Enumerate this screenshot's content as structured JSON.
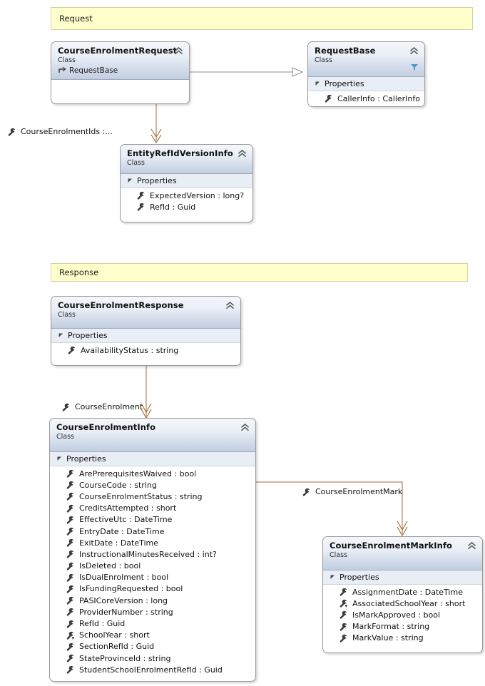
{
  "diagram": {
    "type": "uml-class-diagram",
    "accent_connector_color": "#a5682f",
    "inheritance_connector_color": "#898989",
    "comment_fill": "#ffffcc",
    "comment_border": "#d4d0a0",
    "header_gradient_top": "#f4f7fb",
    "header_gradient_bottom": "#c2cee1",
    "section_band_fill": "#e9eef6",
    "funnel_icon_color": "#4e9bc8"
  },
  "bands": [
    {
      "name": "request-band",
      "label": "Request"
    },
    {
      "name": "response-band",
      "label": "Response"
    }
  ],
  "classes": {
    "course_enrolment_request": {
      "title": "CourseEnrolmentRequest",
      "stereotype": "Class",
      "base": "RequestBase",
      "base_icon": "inheritance-arrow-icon",
      "collapse_icon": "chevron-up-icon",
      "sections": [],
      "empty_body": true
    },
    "request_base": {
      "title": "RequestBase",
      "stereotype": "Class",
      "collapse_icon": "chevron-up-icon",
      "filter_icon": "funnel-icon",
      "sections": [
        {
          "name": "Properties",
          "members": [
            {
              "text": "CallerInfo : CallerInfo",
              "icon": "property-wrench-icon"
            }
          ]
        }
      ]
    },
    "entity_refid_version_info": {
      "title": "EntityRefIdVersionInfo",
      "stereotype": "Class",
      "collapse_icon": "chevron-up-icon",
      "sections": [
        {
          "name": "Properties",
          "members": [
            {
              "text": "ExpectedVersion : long?",
              "icon": "property-wrench-icon"
            },
            {
              "text": "RefId : Guid",
              "icon": "property-wrench-icon"
            }
          ]
        }
      ]
    },
    "course_enrolment_response": {
      "title": "CourseEnrolmentResponse",
      "stereotype": "Class",
      "collapse_icon": "chevron-up-icon",
      "sections": [
        {
          "name": "Properties",
          "members": [
            {
              "text": "AvailabilityStatus : string",
              "icon": "property-wrench-icon"
            }
          ]
        }
      ]
    },
    "course_enrolment_info": {
      "title": "CourseEnrolmentInfo",
      "stereotype": "Class",
      "collapse_icon": "chevron-up-icon",
      "sections": [
        {
          "name": "Properties",
          "members": [
            {
              "text": "ArePrerequisitesWaived : bool",
              "icon": "property-wrench-icon"
            },
            {
              "text": "CourseCode : string",
              "icon": "property-wrench-icon"
            },
            {
              "text": "CourseEnrolmentStatus : string",
              "icon": "property-wrench-icon"
            },
            {
              "text": "CreditsAttempted : short",
              "icon": "property-wrench-icon"
            },
            {
              "text": "EffectiveUtc : DateTime",
              "icon": "property-wrench-icon"
            },
            {
              "text": "EntryDate : DateTime",
              "icon": "property-wrench-icon"
            },
            {
              "text": "ExitDate : DateTime",
              "icon": "property-wrench-icon"
            },
            {
              "text": "InstructionalMinutesReceived : int?",
              "icon": "property-wrench-icon"
            },
            {
              "text": "IsDeleted : bool",
              "icon": "property-wrench-icon"
            },
            {
              "text": "IsDualEnrolment : bool",
              "icon": "property-wrench-icon"
            },
            {
              "text": "IsFundingRequested : bool",
              "icon": "property-wrench-icon"
            },
            {
              "text": "PASICoreVersion : long",
              "icon": "property-wrench-icon"
            },
            {
              "text": "ProviderNumber : string",
              "icon": "property-wrench-icon"
            },
            {
              "text": "RefId : Guid",
              "icon": "property-wrench-icon"
            },
            {
              "text": "SchoolYear : short",
              "icon": "property-wrench-heart-icon"
            },
            {
              "text": "SectionRefId : Guid",
              "icon": "property-wrench-icon"
            },
            {
              "text": "StateProvinceId : string",
              "icon": "property-wrench-icon"
            },
            {
              "text": "StudentSchoolEnrolmentRefId : Guid",
              "icon": "property-wrench-icon"
            }
          ]
        }
      ]
    },
    "course_enrolment_mark_info": {
      "title": "CourseEnrolmentMarkInfo",
      "stereotype": "Class",
      "collapse_icon": "chevron-up-icon",
      "sections": [
        {
          "name": "Properties",
          "members": [
            {
              "text": "AssignmentDate : DateTime",
              "icon": "property-wrench-icon"
            },
            {
              "text": "AssociatedSchoolYear : short",
              "icon": "property-wrench-heart-icon"
            },
            {
              "text": "IsMarkApproved : bool",
              "icon": "property-wrench-icon"
            },
            {
              "text": "MarkFormat : string",
              "icon": "property-wrench-icon"
            },
            {
              "text": "MarkValue : string",
              "icon": "property-wrench-icon"
            }
          ]
        }
      ]
    }
  },
  "role_labels": [
    {
      "name": "role-label-course-enrolment-ids",
      "text": "CourseEnrolmentIds :...",
      "icon": "property-wrench-icon"
    },
    {
      "name": "role-label-course-enrolment",
      "text": "CourseEnrolment",
      "icon": "property-wrench-icon"
    },
    {
      "name": "role-label-course-enrolment-mark",
      "text": "CourseEnrolmentMark",
      "icon": "property-wrench-icon"
    }
  ]
}
